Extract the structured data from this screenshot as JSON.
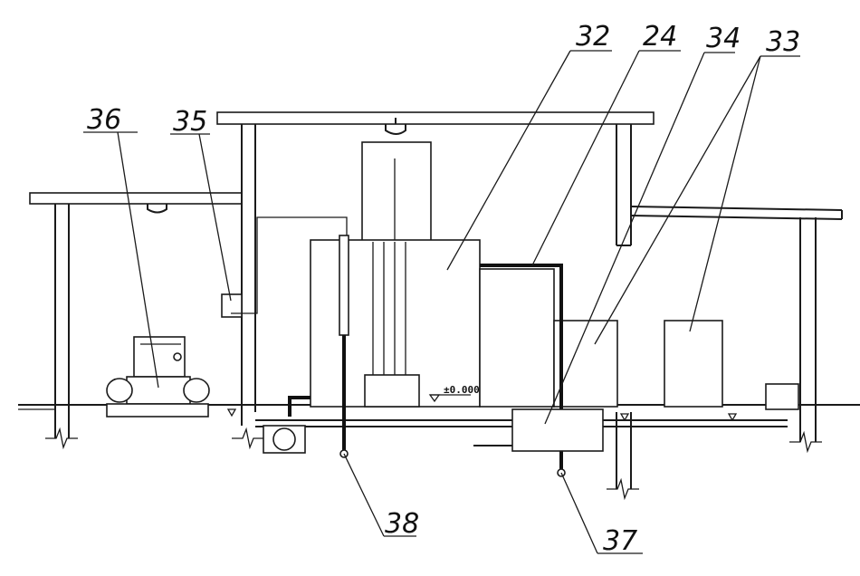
{
  "labels": {
    "l36": "36",
    "l35": "35",
    "l32": "32",
    "l24": "24",
    "l34": "34",
    "l33": "33",
    "l38": "38",
    "l37": "37"
  },
  "elevation": "±0.000",
  "colors": {
    "ink": "#1a1a1a",
    "paper": "#ffffff"
  }
}
